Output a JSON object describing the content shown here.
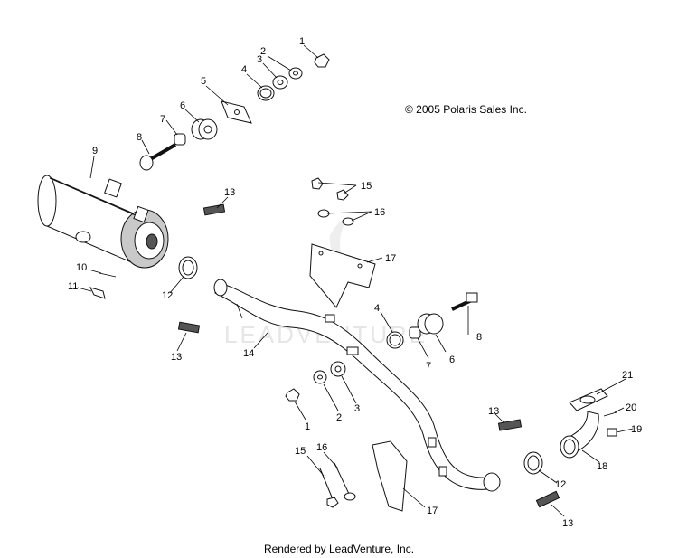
{
  "copyright": "© 2005 Polaris Sales Inc.",
  "footer": "Rendered by LeadVenture, Inc.",
  "watermark": "LEADVENTURE",
  "callouts": [
    "1",
    "2",
    "3",
    "4",
    "5",
    "6",
    "7",
    "8",
    "9",
    "10",
    "11",
    "12",
    "13",
    "13",
    "14",
    "15",
    "16",
    "17",
    "4",
    "8",
    "6",
    "7",
    "1",
    "2",
    "3",
    "13",
    "21",
    "20",
    "19",
    "18",
    "12",
    "13",
    "15",
    "16",
    "17"
  ]
}
